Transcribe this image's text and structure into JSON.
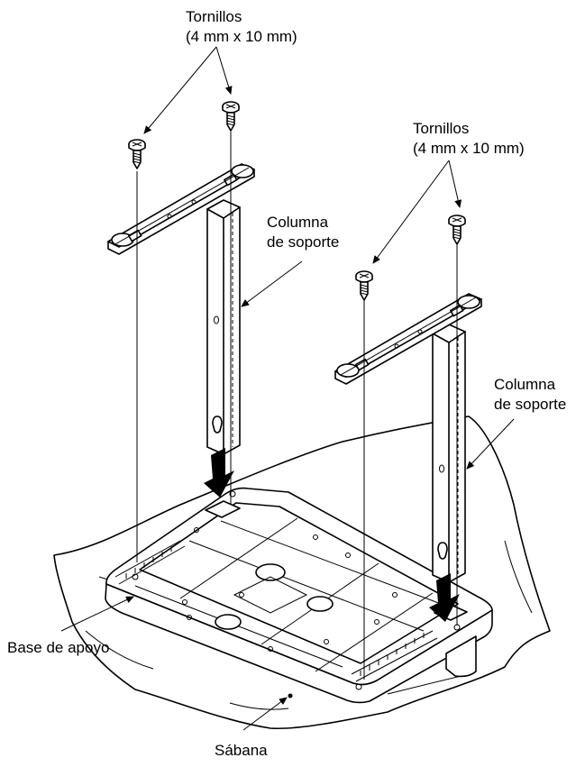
{
  "labels": {
    "screws_left_line1": "Tornillos",
    "screws_left_line2": "(4 mm x 10 mm)",
    "screws_right_line1": "Tornillos",
    "screws_right_line2": "(4 mm x 10 mm)",
    "column_left_line1": "Columna",
    "column_left_line2": "de soporte",
    "column_right_line1": "Columna",
    "column_right_line2": "de soporte",
    "base": "Base de apoyo",
    "sheet": "Sábana"
  },
  "colors": {
    "line": "#000000",
    "fill": "#ffffff",
    "shade": "#d9d9d9"
  },
  "icons": [
    "screw-icon",
    "down-arrow-icon"
  ]
}
